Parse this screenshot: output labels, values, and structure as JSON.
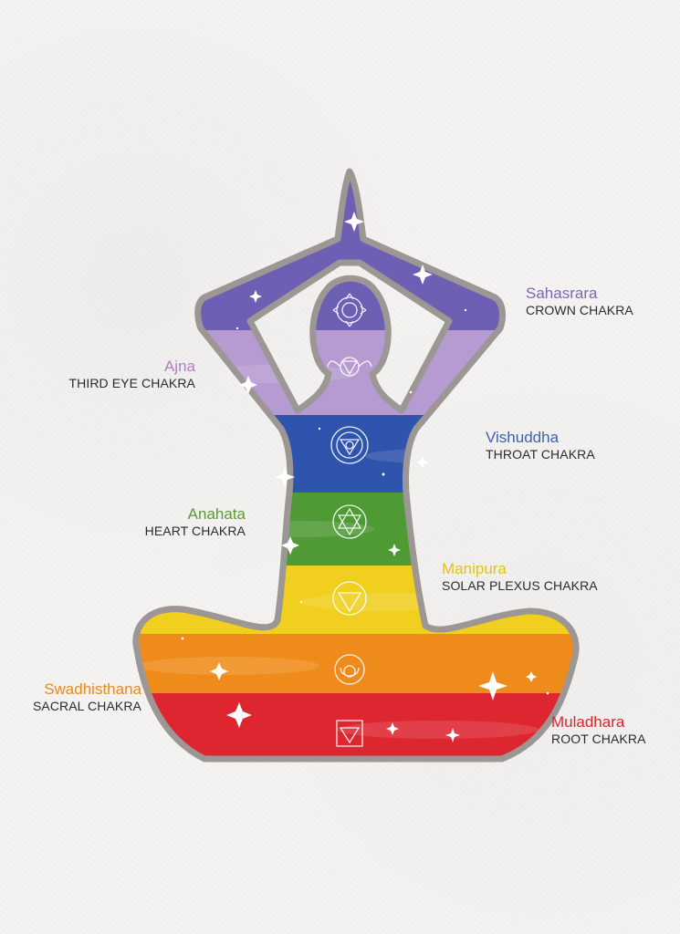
{
  "chakras": [
    {
      "key": "sahasrara",
      "name": "Sahasrara",
      "subtitle": "CROWN CHAKRA",
      "color": "#7a67b8"
    },
    {
      "key": "ajna",
      "name": "Ajna",
      "subtitle": "THIRD  EYE CHAKRA",
      "color": "#b27fc2"
    },
    {
      "key": "vishuddha",
      "name": "Vishuddha",
      "subtitle": "THROAT CHAKRA",
      "color": "#3f5fb0"
    },
    {
      "key": "anahata",
      "name": "Anahata",
      "subtitle": "HEART CHAKRA",
      "color": "#5a9a3a"
    },
    {
      "key": "manipura",
      "name": "Manipura",
      "subtitle": "SOLAR  PLEXUS CHAKRA",
      "color": "#e3c21b"
    },
    {
      "key": "swadhisthana",
      "name": "Swadhisthana",
      "subtitle": "SACRAL CHAKRA",
      "color": "#e58a1e"
    },
    {
      "key": "muladhara",
      "name": "Muladhara",
      "subtitle": "ROOT CHAKRA",
      "color": "#d6262f"
    }
  ],
  "body_bands": {
    "crown": "#6d5fb3",
    "third_eye": "#b59bd2",
    "throat": "#2f54ad",
    "heart": "#4f9a35",
    "solar_plexus": "#f0cf1f",
    "sacral": "#ef8b1a",
    "root": "#dd2630",
    "outline": "#9c9794"
  }
}
